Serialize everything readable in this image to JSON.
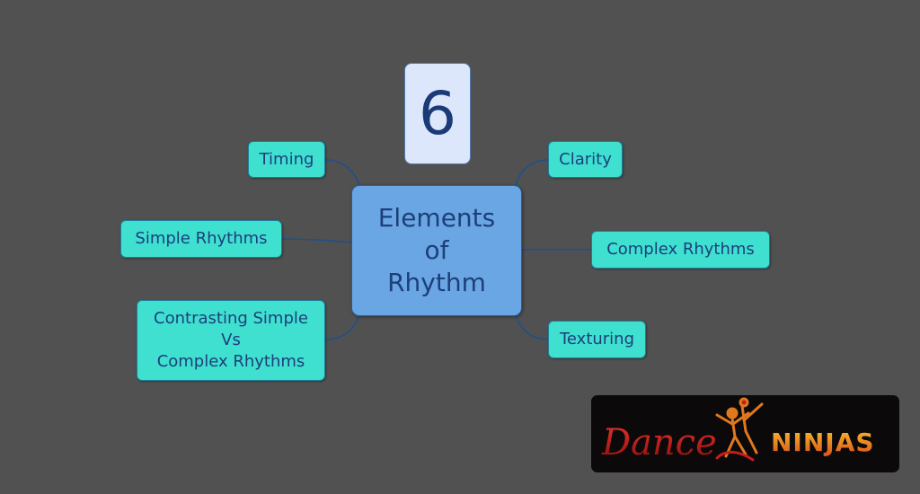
{
  "badge": {
    "number": "6"
  },
  "central_topic": {
    "line1": "Elements",
    "line2": "of",
    "line3": "Rhythm"
  },
  "branches": {
    "timing": "Timing",
    "simple_rhythms": "Simple Rhythms",
    "contrasting": {
      "line1": "Contrasting Simple",
      "line2": "Vs",
      "line3": "Complex Rhythms"
    },
    "clarity": "Clarity",
    "complex_rhythms": "Complex Rhythms",
    "texturing": "Texturing"
  },
  "logo": {
    "word1": "Dance",
    "word2": "NINJAS"
  },
  "colors": {
    "background": "#515151",
    "branch_fill": "#3fe0d0",
    "center_fill": "#6aa6e3",
    "badge_fill": "#dde7fb",
    "text": "#1d3f7a",
    "connector": "#1f4f8c",
    "logo_red": "#c81c1c",
    "logo_orange": "#f0a020"
  }
}
